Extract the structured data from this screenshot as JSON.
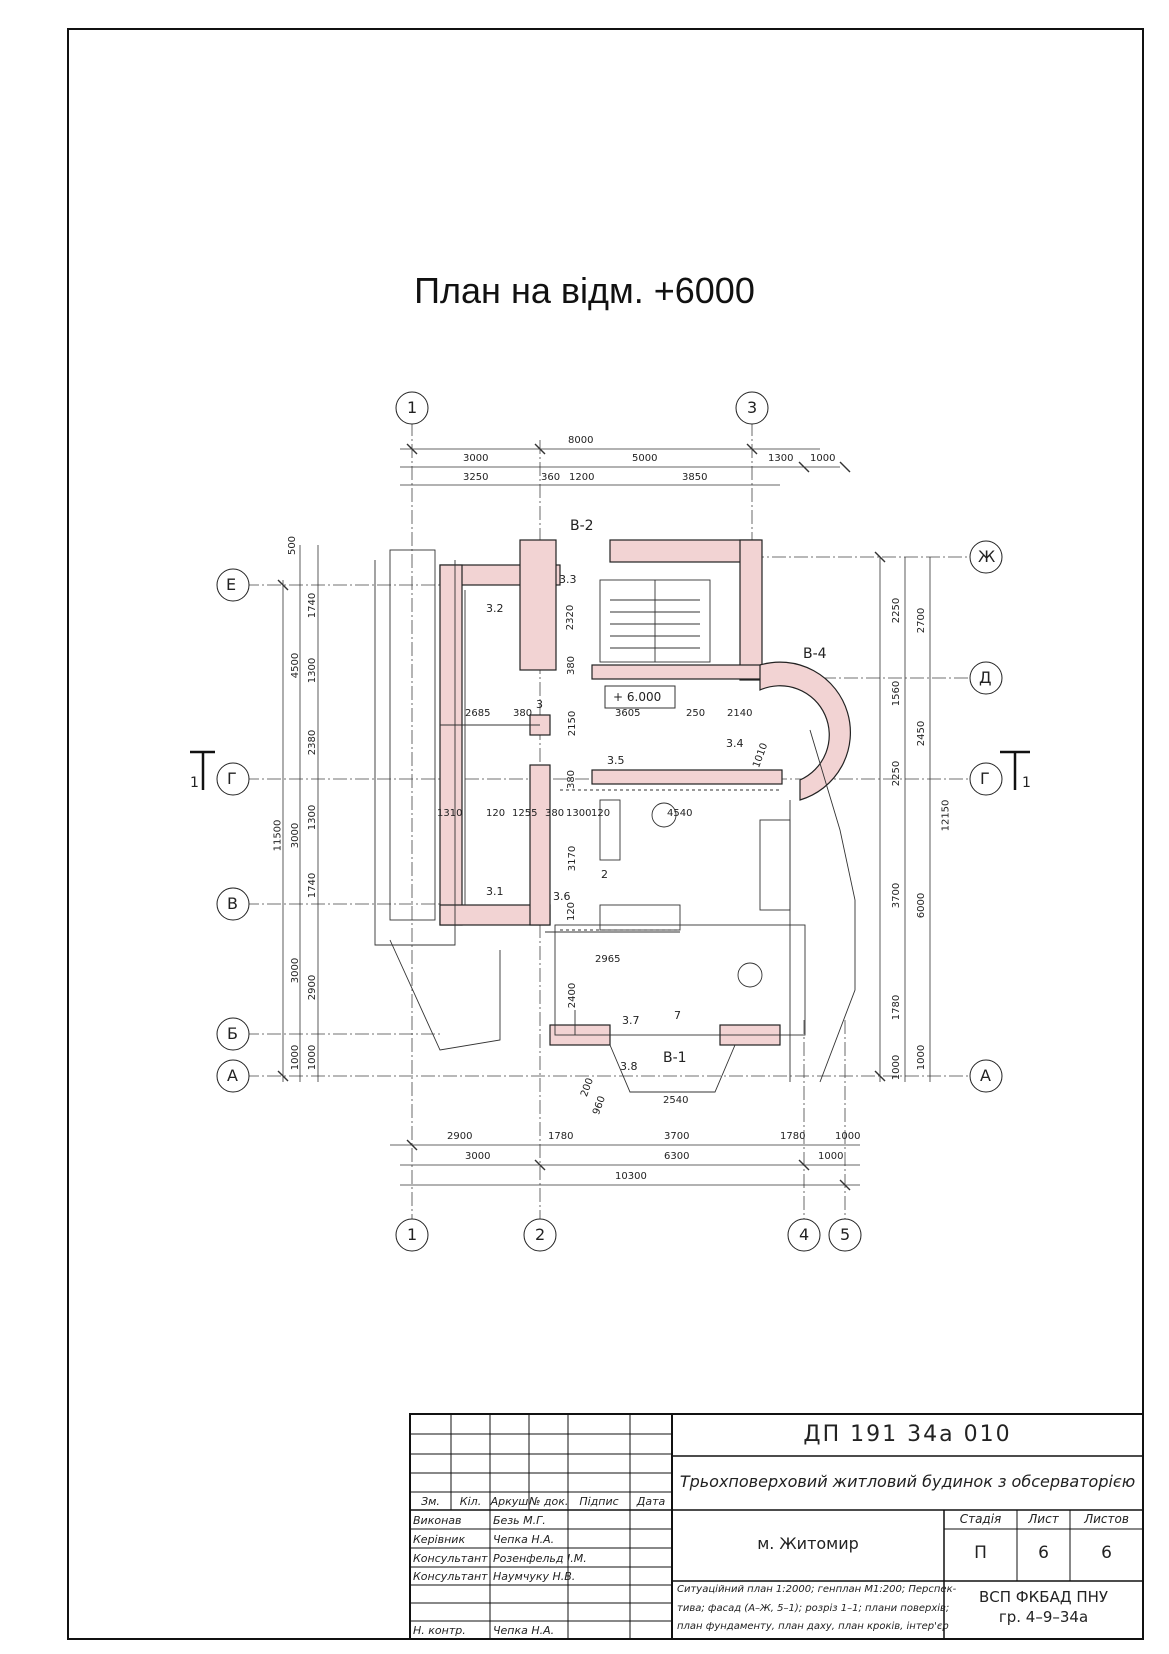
{
  "plan": {
    "title": "План на відм. +6000",
    "level_mark": "+ 6.000",
    "section_mark": "1",
    "axes_columns": [
      "1",
      "3",
      "1",
      "2",
      "4",
      "5"
    ],
    "axes_rows": [
      "Ж",
      "Е",
      "Д",
      "Г",
      "В",
      "Б",
      "А"
    ],
    "window_labels": [
      "В-2",
      "В-4",
      "В-1"
    ],
    "room_numbers": [
      "3.1",
      "3.2",
      "3.3",
      "3.4",
      "3.5",
      "3.6",
      "3.7",
      "3.8"
    ],
    "door_marks": [
      "2",
      "3",
      "7"
    ],
    "dims_top": [
      "8000",
      "3000",
      "5000",
      "1300",
      "1000",
      "3250",
      "360",
      "1200",
      "3850"
    ],
    "dims_bottom": [
      "2900",
      "1780",
      "3700",
      "1780",
      "1000",
      "3000",
      "6300",
      "1000",
      "10300"
    ],
    "dims_left": [
      "500",
      "1740",
      "1300",
      "2380",
      "1300",
      "1740",
      "2900",
      "1000",
      "4500",
      "3000",
      "3000",
      "1000",
      "11500"
    ],
    "dims_right": [
      "2250",
      "2700",
      "1560",
      "2450",
      "2250",
      "3700",
      "6000",
      "1780",
      "1000",
      "1000",
      "12150"
    ],
    "dims_inner": [
      "2685",
      "380",
      "3605",
      "250",
      "2140",
      "1310",
      "120",
      "1255",
      "380",
      "1300",
      "120",
      "4540",
      "2320",
      "380",
      "2150",
      "380",
      "3170",
      "120",
      "2965",
      "2400",
      "2540",
      "200",
      "960",
      "1010"
    ]
  },
  "title_block": {
    "doc_code": "ДП  191  34а  010",
    "project_name": "Трьохповерховий житловий будинок з обсерваторією",
    "location": "м. Житомир",
    "col_headers": [
      "Зм.",
      "Кіл.",
      "Аркуш",
      "№ док.",
      "Підпис",
      "Дата"
    ],
    "roles": [
      "Виконав",
      "Керівник",
      "Консультант",
      "Консультант",
      "Н. контр."
    ],
    "names": [
      "Безь М.Г.",
      "Чепка Н.А.",
      "Розенфельд І.М.",
      "Наумчуку Н.В.",
      "Чепка Н.А."
    ],
    "stage_label": "Стадія",
    "sheet_label": "Лист",
    "sheets_label": "Листов",
    "stage_value": "П",
    "sheet_value": "6",
    "sheets_value": "6",
    "contents": [
      "Ситуаційний план 1:2000; генплан М1:200; Перспек-",
      "тива; фасад (А–Ж, 5–1); розріз 1–1; плани поверхів;",
      "план фундаменту, план даху, план кроків, інтер'єр"
    ],
    "organization": "ВСП ФКБАД ПНУ",
    "group": "гр. 4–9–34а"
  }
}
